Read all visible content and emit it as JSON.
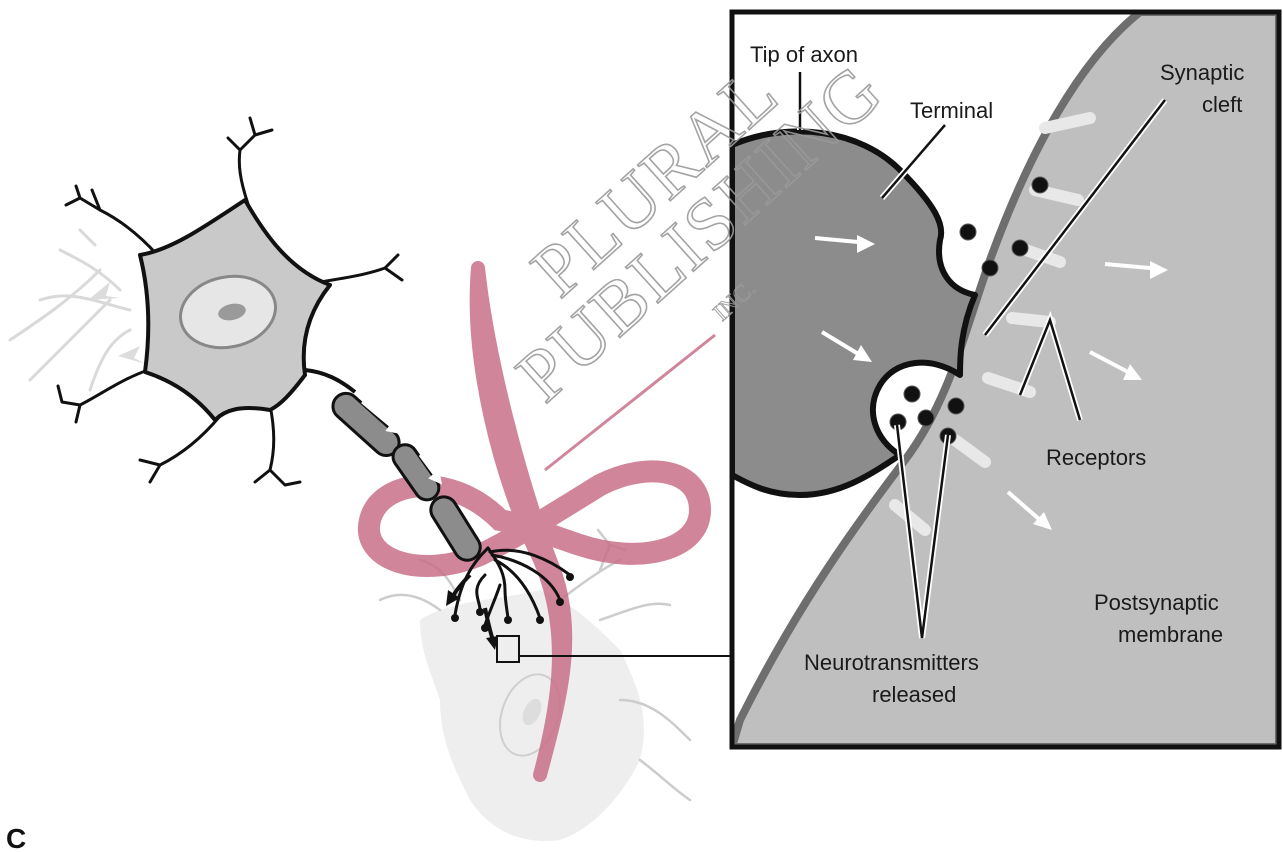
{
  "panel_letter": "C",
  "labels": {
    "tip_of_axon": "Tip of axon",
    "terminal": "Terminal",
    "synaptic_cleft_line1": "Synaptic",
    "synaptic_cleft_line2": "cleft",
    "receptors": "Receptors",
    "postsynaptic_line1": "Postsynaptic",
    "postsynaptic_line2": "membrane",
    "neurotransmitters_line1": "Neurotransmitters",
    "neurotransmitters_line2": "released"
  },
  "watermark": {
    "line1": "PLURAL",
    "line2": "PUBLISHING",
    "line3": "INC."
  },
  "colors": {
    "cell_body": "#c9c9c9",
    "terminal_fill": "#8c8c8c",
    "postsynaptic_fill": "#bfbfbf",
    "watermark_ribbon": "#c9708a",
    "outline": "#111111"
  }
}
